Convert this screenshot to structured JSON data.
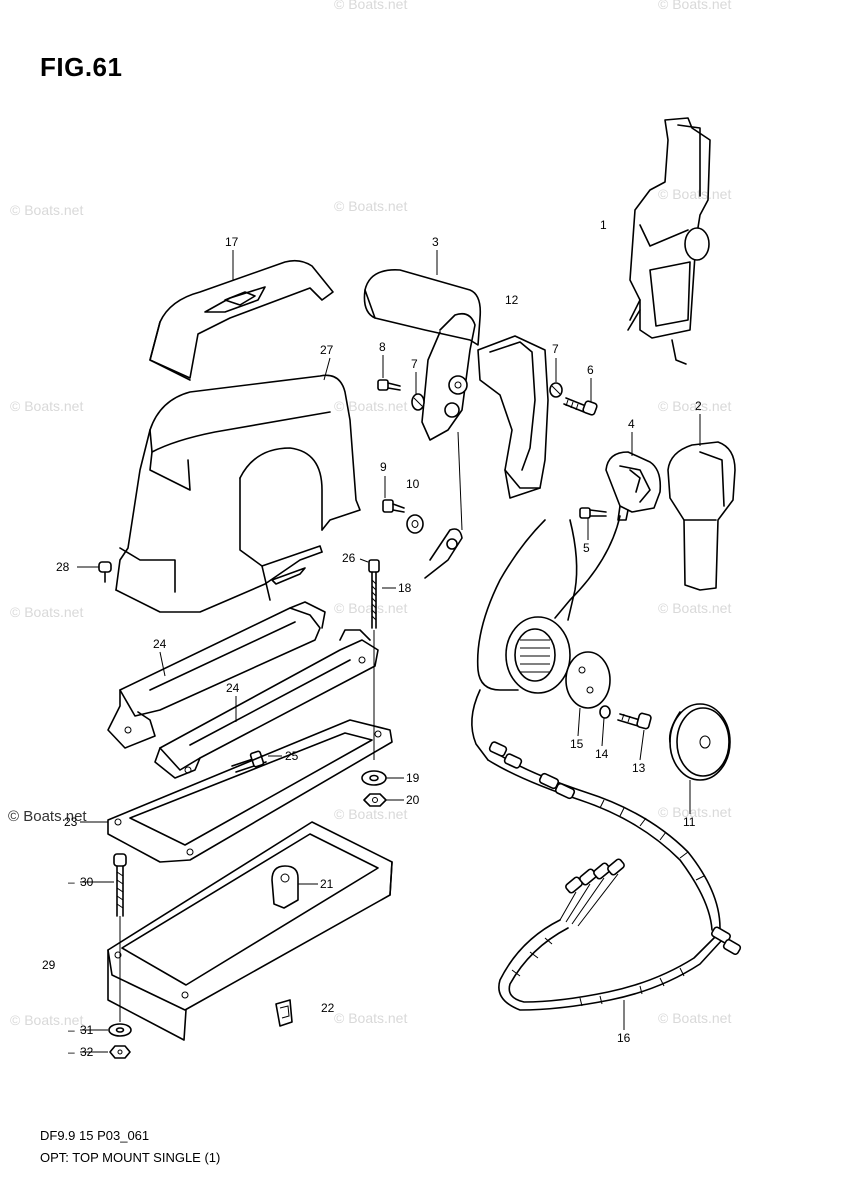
{
  "figure": {
    "title": "FIG.61",
    "caption_line1": "DF9.9 15 P03_061",
    "caption_line2": "OPT: TOP MOUNT SINGLE (1)"
  },
  "watermark": {
    "text": "© Boats.net",
    "text_prominent": "© Boats.net"
  },
  "callouts": [
    {
      "id": "c1",
      "label": "1"
    },
    {
      "id": "c2",
      "label": "2"
    },
    {
      "id": "c3",
      "label": "3"
    },
    {
      "id": "c4",
      "label": "4"
    },
    {
      "id": "c5",
      "label": "5"
    },
    {
      "id": "c6",
      "label": "6"
    },
    {
      "id": "c7a",
      "label": "7"
    },
    {
      "id": "c7b",
      "label": "7"
    },
    {
      "id": "c8",
      "label": "8"
    },
    {
      "id": "c9",
      "label": "9"
    },
    {
      "id": "c10",
      "label": "10"
    },
    {
      "id": "c11",
      "label": "11"
    },
    {
      "id": "c12",
      "label": "12"
    },
    {
      "id": "c13",
      "label": "13"
    },
    {
      "id": "c14",
      "label": "14"
    },
    {
      "id": "c15",
      "label": "15"
    },
    {
      "id": "c16",
      "label": "16"
    },
    {
      "id": "c17",
      "label": "17"
    },
    {
      "id": "c18",
      "label": "18"
    },
    {
      "id": "c19",
      "label": "19"
    },
    {
      "id": "c20",
      "label": "20"
    },
    {
      "id": "c21",
      "label": "21"
    },
    {
      "id": "c22",
      "label": "22"
    },
    {
      "id": "c23",
      "label": "23"
    },
    {
      "id": "c24a",
      "label": "24"
    },
    {
      "id": "c24b",
      "label": "24"
    },
    {
      "id": "c25",
      "label": "25"
    },
    {
      "id": "c26",
      "label": "26"
    },
    {
      "id": "c27",
      "label": "27"
    },
    {
      "id": "c28",
      "label": "28"
    },
    {
      "id": "c29",
      "label": "29"
    },
    {
      "id": "c30",
      "label": "30"
    },
    {
      "id": "c31",
      "label": "31"
    },
    {
      "id": "c32",
      "label": "32"
    }
  ]
}
